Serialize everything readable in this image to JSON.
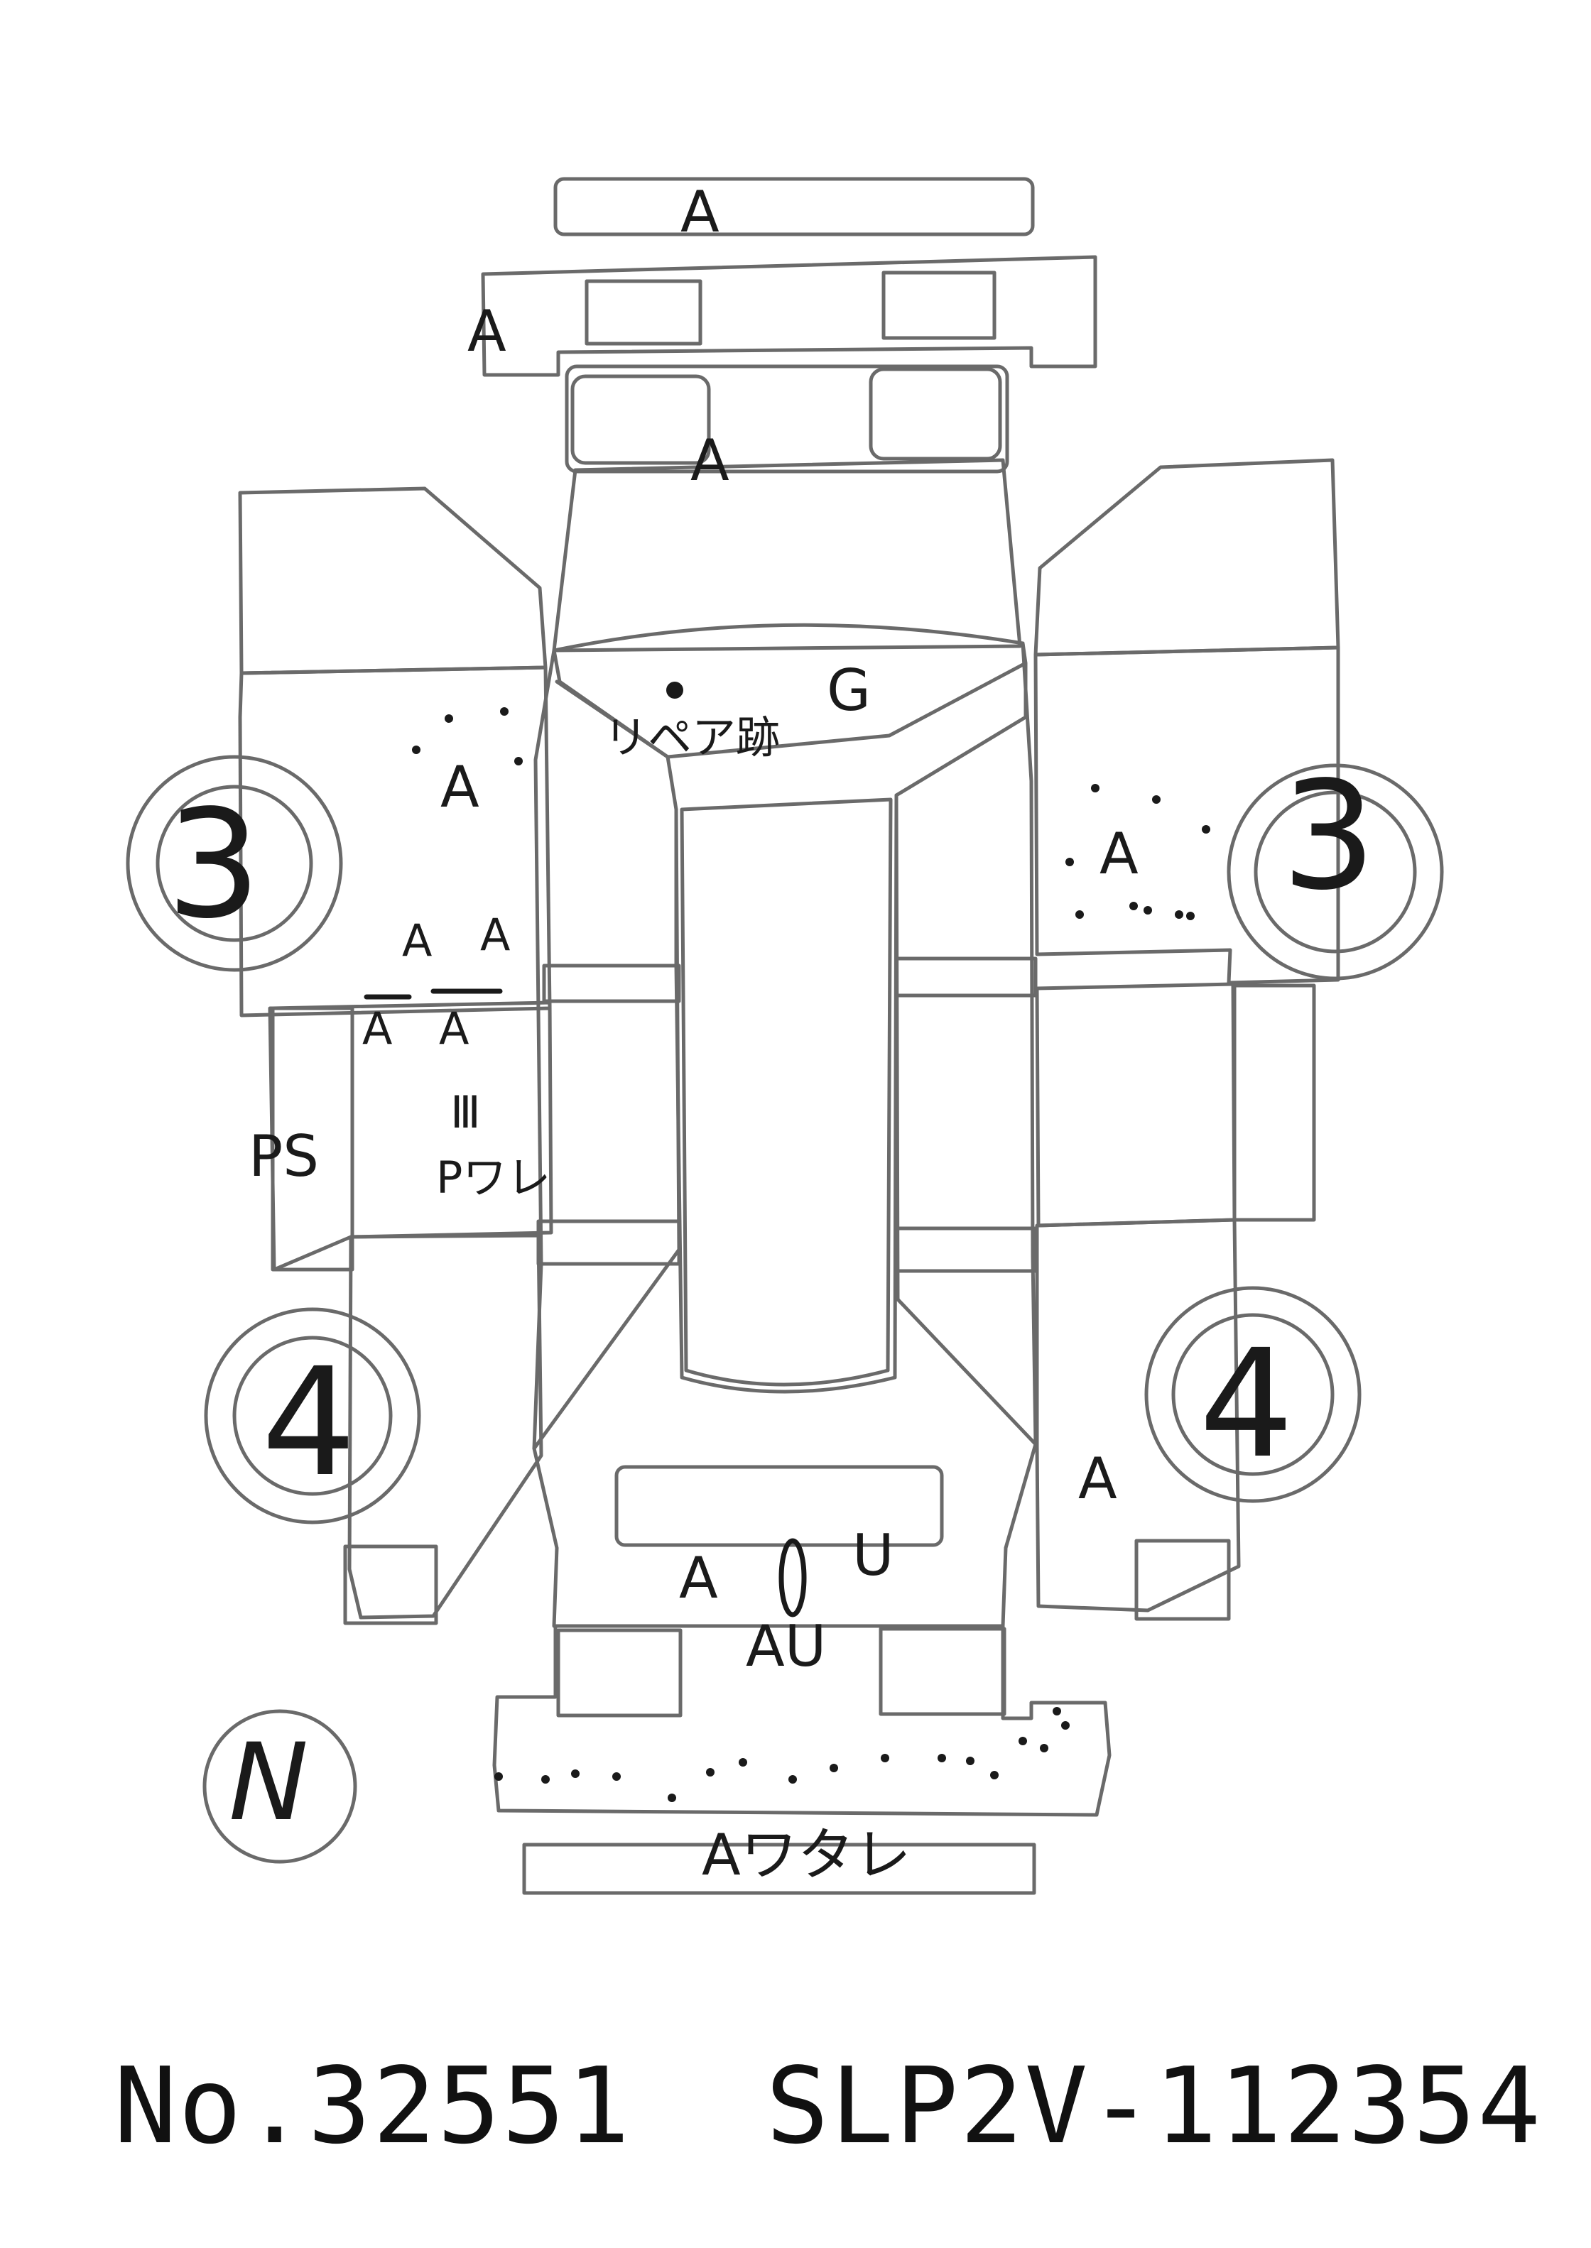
{
  "marks": {
    "front_bumper": "A",
    "front_panel": "A",
    "hood": "A",
    "windshield": "G",
    "windshield_note": "リペア跡",
    "left_front_fender": "A",
    "left_front_door": [
      "A",
      "A",
      "A",
      "A"
    ],
    "left_rocker": "PS",
    "left_door_dent": "Ⅲ",
    "left_door_note": "Pワレ",
    "right_front_fender": "A",
    "right_rear_fender": "A",
    "rear_gate_1": "A",
    "rear_gate_2": "U",
    "rear_gate_3": "AU",
    "rear_bumper_note": "Aワタレ"
  },
  "tires": {
    "front_left": "3",
    "front_right": "3",
    "rear_left": "4",
    "rear_right": "4"
  },
  "extra_mark": "N",
  "footer": {
    "number": "No.32551",
    "vin": "SLP2V-112354"
  }
}
